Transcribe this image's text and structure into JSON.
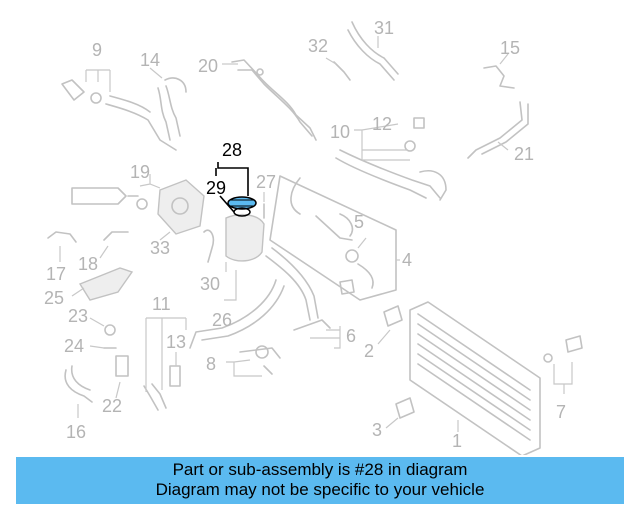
{
  "callouts": {
    "n1": "1",
    "n2": "2",
    "n3": "3",
    "n4": "4",
    "n5": "5",
    "n6": "6",
    "n7": "7",
    "n8": "8",
    "n9": "9",
    "n10": "10",
    "n11": "11",
    "n12": "12",
    "n13": "13",
    "n14": "14",
    "n15": "15",
    "n16": "16",
    "n17": "17",
    "n18": "18",
    "n19": "19",
    "n20": "20",
    "n21": "21",
    "n22": "22",
    "n23": "23",
    "n24": "24",
    "n25": "25",
    "n26": "26",
    "n27": "27",
    "n28": "28",
    "n29": "29",
    "n30": "30",
    "n31": "31",
    "n32": "32",
    "n33": "33"
  },
  "highlight": {
    "part": "28",
    "color": "#5bbaf0"
  },
  "banner": {
    "line1": "Part or sub-assembly is #28 in diagram",
    "line2": "Diagram may not be specific to your vehicle",
    "color": "#5bbaf0"
  }
}
